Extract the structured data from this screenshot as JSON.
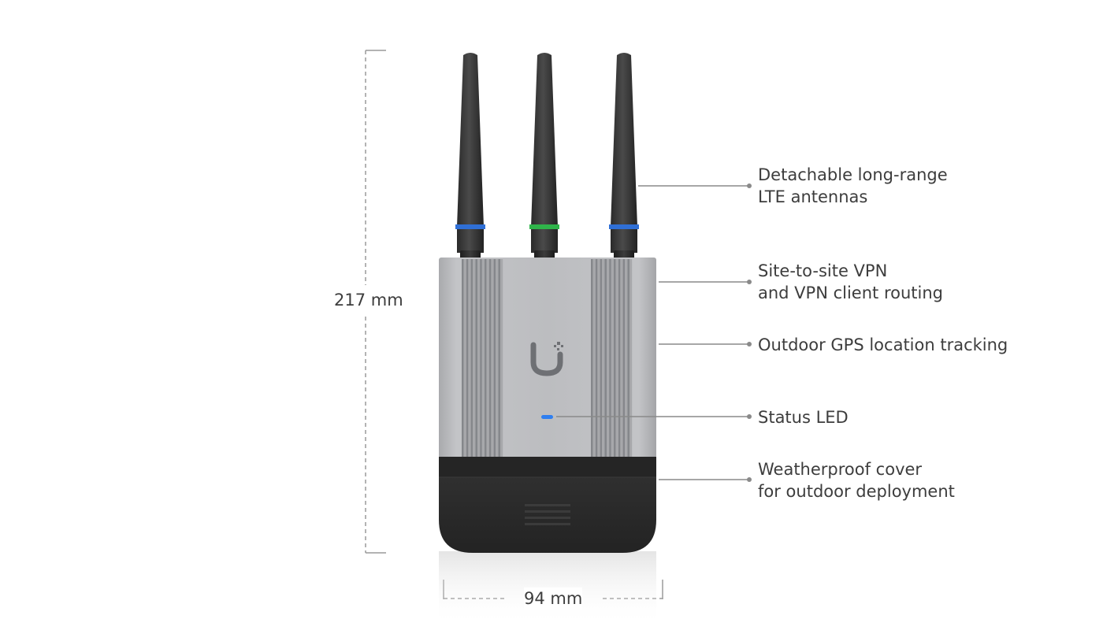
{
  "dimensions": {
    "height": "217 mm",
    "width": "94 mm"
  },
  "callouts": [
    {
      "lines": [
        "Detachable long-range",
        "LTE antennas"
      ]
    },
    {
      "lines": [
        "Site-to-site VPN",
        "and VPN client routing"
      ]
    },
    {
      "lines": [
        "Outdoor GPS location tracking"
      ]
    },
    {
      "lines": [
        "Status LED"
      ]
    },
    {
      "lines": [
        "Weatherproof cover",
        "for outdoor deployment"
      ]
    }
  ],
  "colors": {
    "label_text": "#3d3d3d",
    "leader_line": "#8a8a8a",
    "dimension_line": "#9a9a9a",
    "antenna": "#3a3a3a",
    "antenna_ring_blue": "#2f6fd6",
    "antenna_ring_green": "#2fb44a",
    "housing_silver": "#b9babd",
    "housing_fins": "#8e9094",
    "cover_dark": "#2b2b2b",
    "status_led": "#2f7ff0",
    "logo": "#6e7074"
  },
  "icons": {
    "brand_logo": "ubiquiti-u-logo-icon"
  }
}
